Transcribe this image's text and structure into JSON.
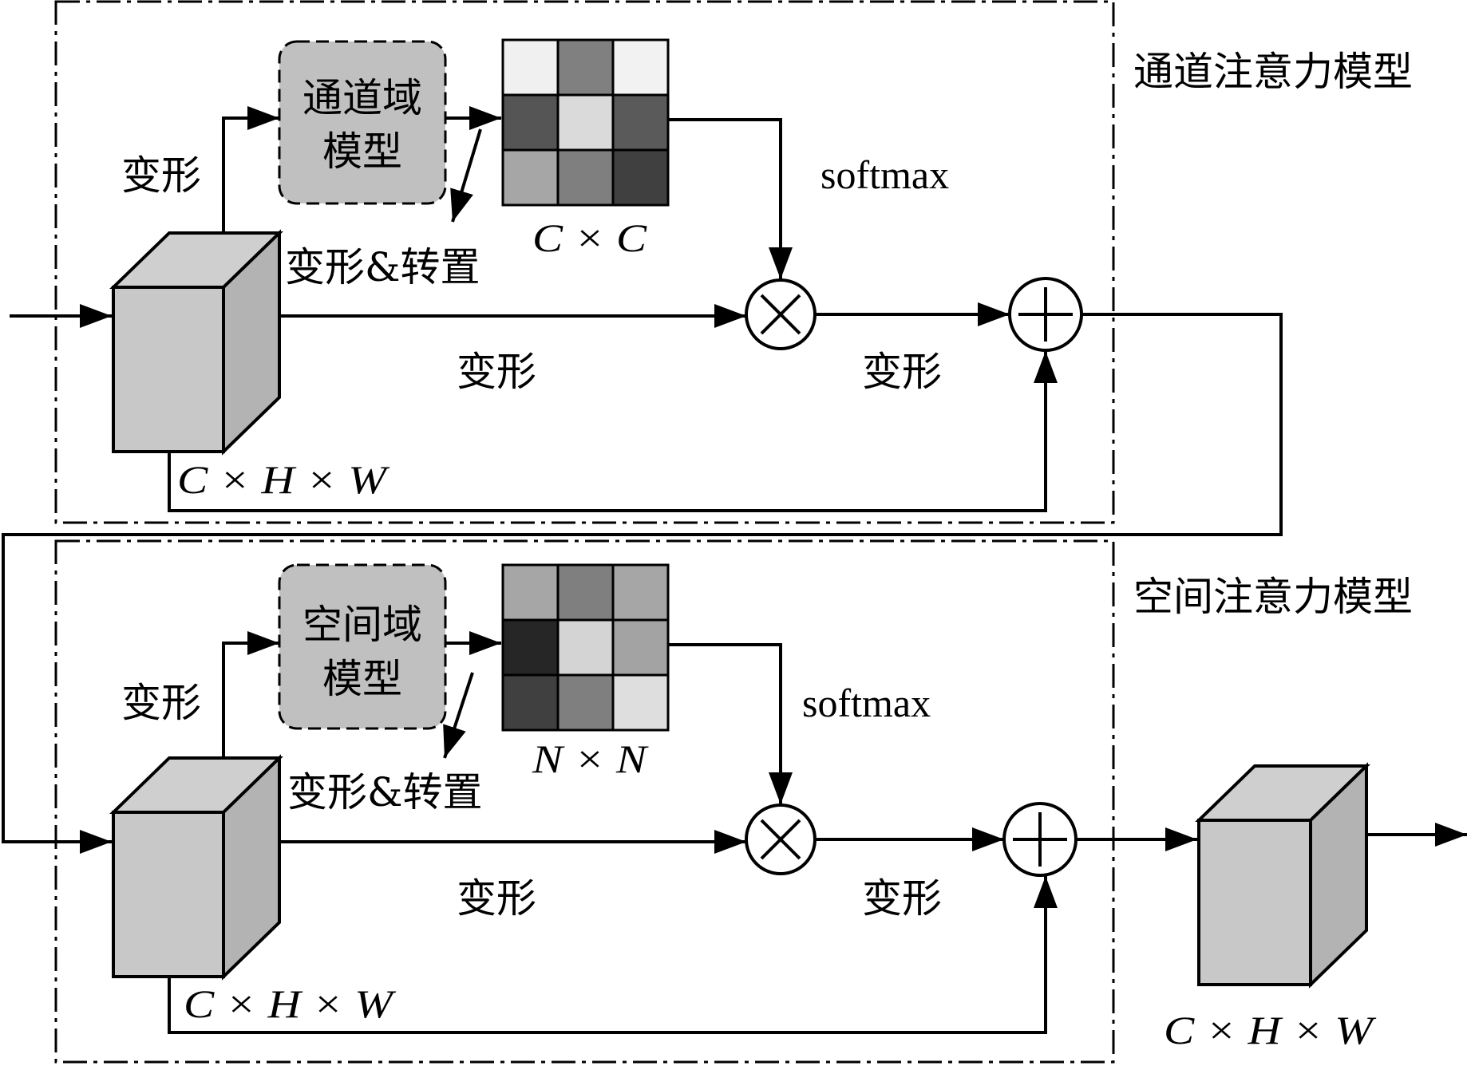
{
  "modules": [
    {
      "title": "通道注意力模型",
      "domain_model": [
        "通道域",
        "模型"
      ],
      "reshape_top": "变形",
      "reshape_transpose": "变形&转置",
      "matrix_label": "C × C",
      "softmax": "softmax",
      "reshape_mid": "变形",
      "reshape_right": "变形",
      "block_label": "C × H × W",
      "matrix_shades": [
        "#f0f0f0",
        "#808080",
        "#f2f2f2",
        "#555555",
        "#dadada",
        "#5a5a5a",
        "#a6a6a6",
        "#7f7f7f",
        "#404040"
      ]
    },
    {
      "title": "空间注意力模型",
      "domain_model": [
        "空间域",
        "模型"
      ],
      "reshape_top": "变形",
      "reshape_transpose": "变形&转置",
      "matrix_label": "N × N",
      "softmax": "softmax",
      "reshape_mid": "变形",
      "reshape_right": "变形",
      "block_label": "C × H × W",
      "matrix_shades": [
        "#a6a6a6",
        "#7f7f7f",
        "#a6a6a6",
        "#262626",
        "#d4d4d4",
        "#a3a3a3",
        "#404040",
        "#7f7f7f",
        "#dedede"
      ]
    }
  ],
  "output_label": "C × H × W",
  "colors": {
    "block_fill": "#c8c8c8",
    "domain_fill": "#c0c0c0",
    "stroke": "#000000"
  }
}
